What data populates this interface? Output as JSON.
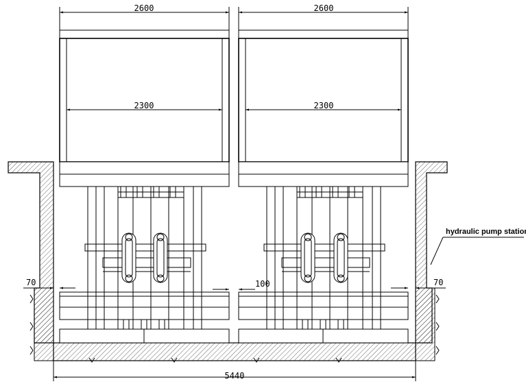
{
  "dimensions": {
    "left_platform_width": "2600",
    "right_platform_width": "2600",
    "left_inner_width": "2300",
    "right_inner_width": "2300",
    "pit_width": "5440",
    "left_gap": "70",
    "middle_gap": "100",
    "right_gap": "70"
  },
  "annotation": {
    "pump_station": "hydraulic pump station"
  }
}
